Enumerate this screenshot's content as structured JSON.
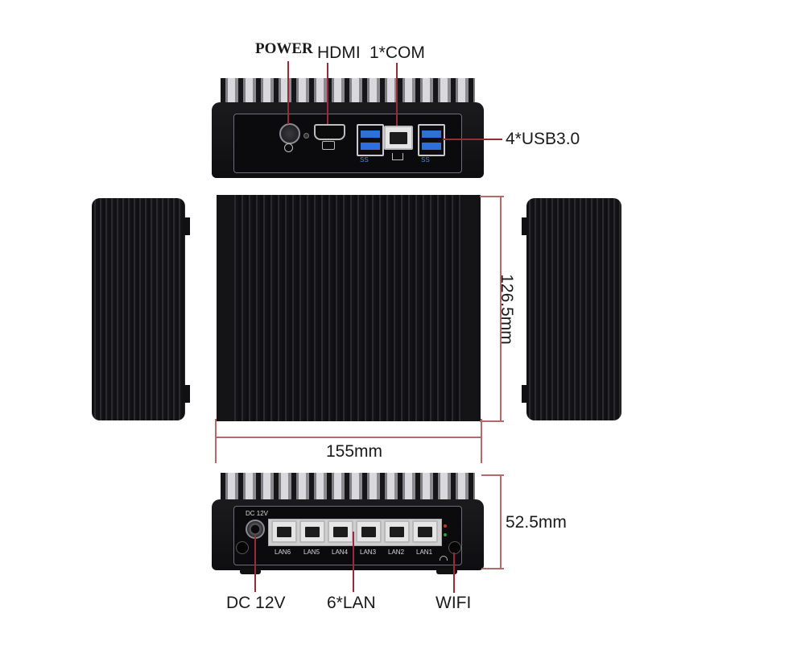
{
  "labels": {
    "power": "POWER",
    "hdmi": "HDMI",
    "com": "1*COM",
    "usb": "4*USB3.0",
    "length": "155mm",
    "width": "126.5mm",
    "height": "52.5mm",
    "dc": "DC 12V",
    "lan": "6*LAN",
    "wifi": "WIFI"
  },
  "device_print": {
    "dc_label": "DC 12V",
    "lan_ports": [
      "LAN6",
      "LAN5",
      "LAN4",
      "LAN3",
      "LAN2",
      "LAN1"
    ],
    "usb_logo": "SS"
  },
  "colors": {
    "annotation_line": "#9a2a36",
    "dimension_line": "#b46a6a",
    "chassis": "#111113",
    "usb_blue": "#2f6fd6"
  }
}
